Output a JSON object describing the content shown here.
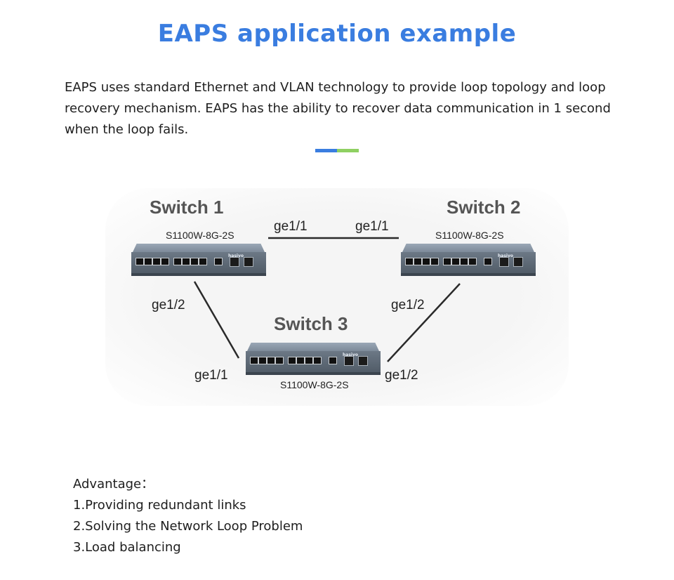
{
  "title": "EAPS application example",
  "intro": "EAPS uses standard Ethernet and VLAN technology to provide loop topology and loop recovery mechanism. EAPS has the ability to recover data communication in 1 second when the loop fails.",
  "colors": {
    "accent_blue": "#3a7de0",
    "accent_green": "#8fd062"
  },
  "switches": [
    {
      "name": "Switch 1",
      "model": "S1100W-8G-2S",
      "brand": "hasivo"
    },
    {
      "name": "Switch 2",
      "model": "S1100W-8G-2S",
      "brand": "hasivo"
    },
    {
      "name": "Switch 3",
      "model": "S1100W-8G-2S",
      "brand": "hasivo"
    }
  ],
  "ports": {
    "sw1_right": "ge1/1",
    "sw2_left": "ge1/1",
    "sw1_down": "ge1/2",
    "sw2_down": "ge1/2",
    "sw3_left": "ge1/1",
    "sw3_right": "ge1/2"
  },
  "advantage": {
    "heading": "Advantage：",
    "items": [
      "1.Providing redundant links",
      "2.Solving the Network Loop Problem",
      "3.Load balancing"
    ]
  }
}
